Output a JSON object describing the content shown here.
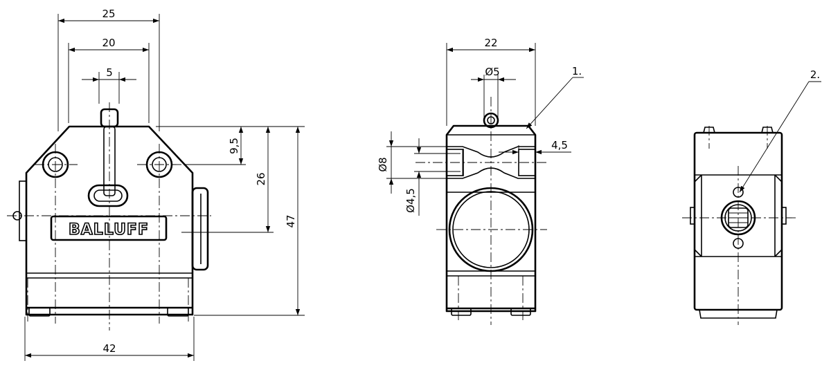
{
  "front_view": {
    "dim_width_total": "25",
    "dim_width_mid": "20",
    "dim_plunger": "5",
    "dim_height_9_5": "9,5",
    "dim_height_26": "26",
    "dim_height_47": "47",
    "dim_base": "42",
    "logo": "BALLUFF"
  },
  "side_view": {
    "dim_width": "22",
    "dim_roller": "Ø5",
    "dim_hole_large": "Ø8",
    "dim_hole_small": "Ø4,5",
    "dim_depth": "4,5",
    "callout": "1."
  },
  "end_view": {
    "callout": "2."
  }
}
